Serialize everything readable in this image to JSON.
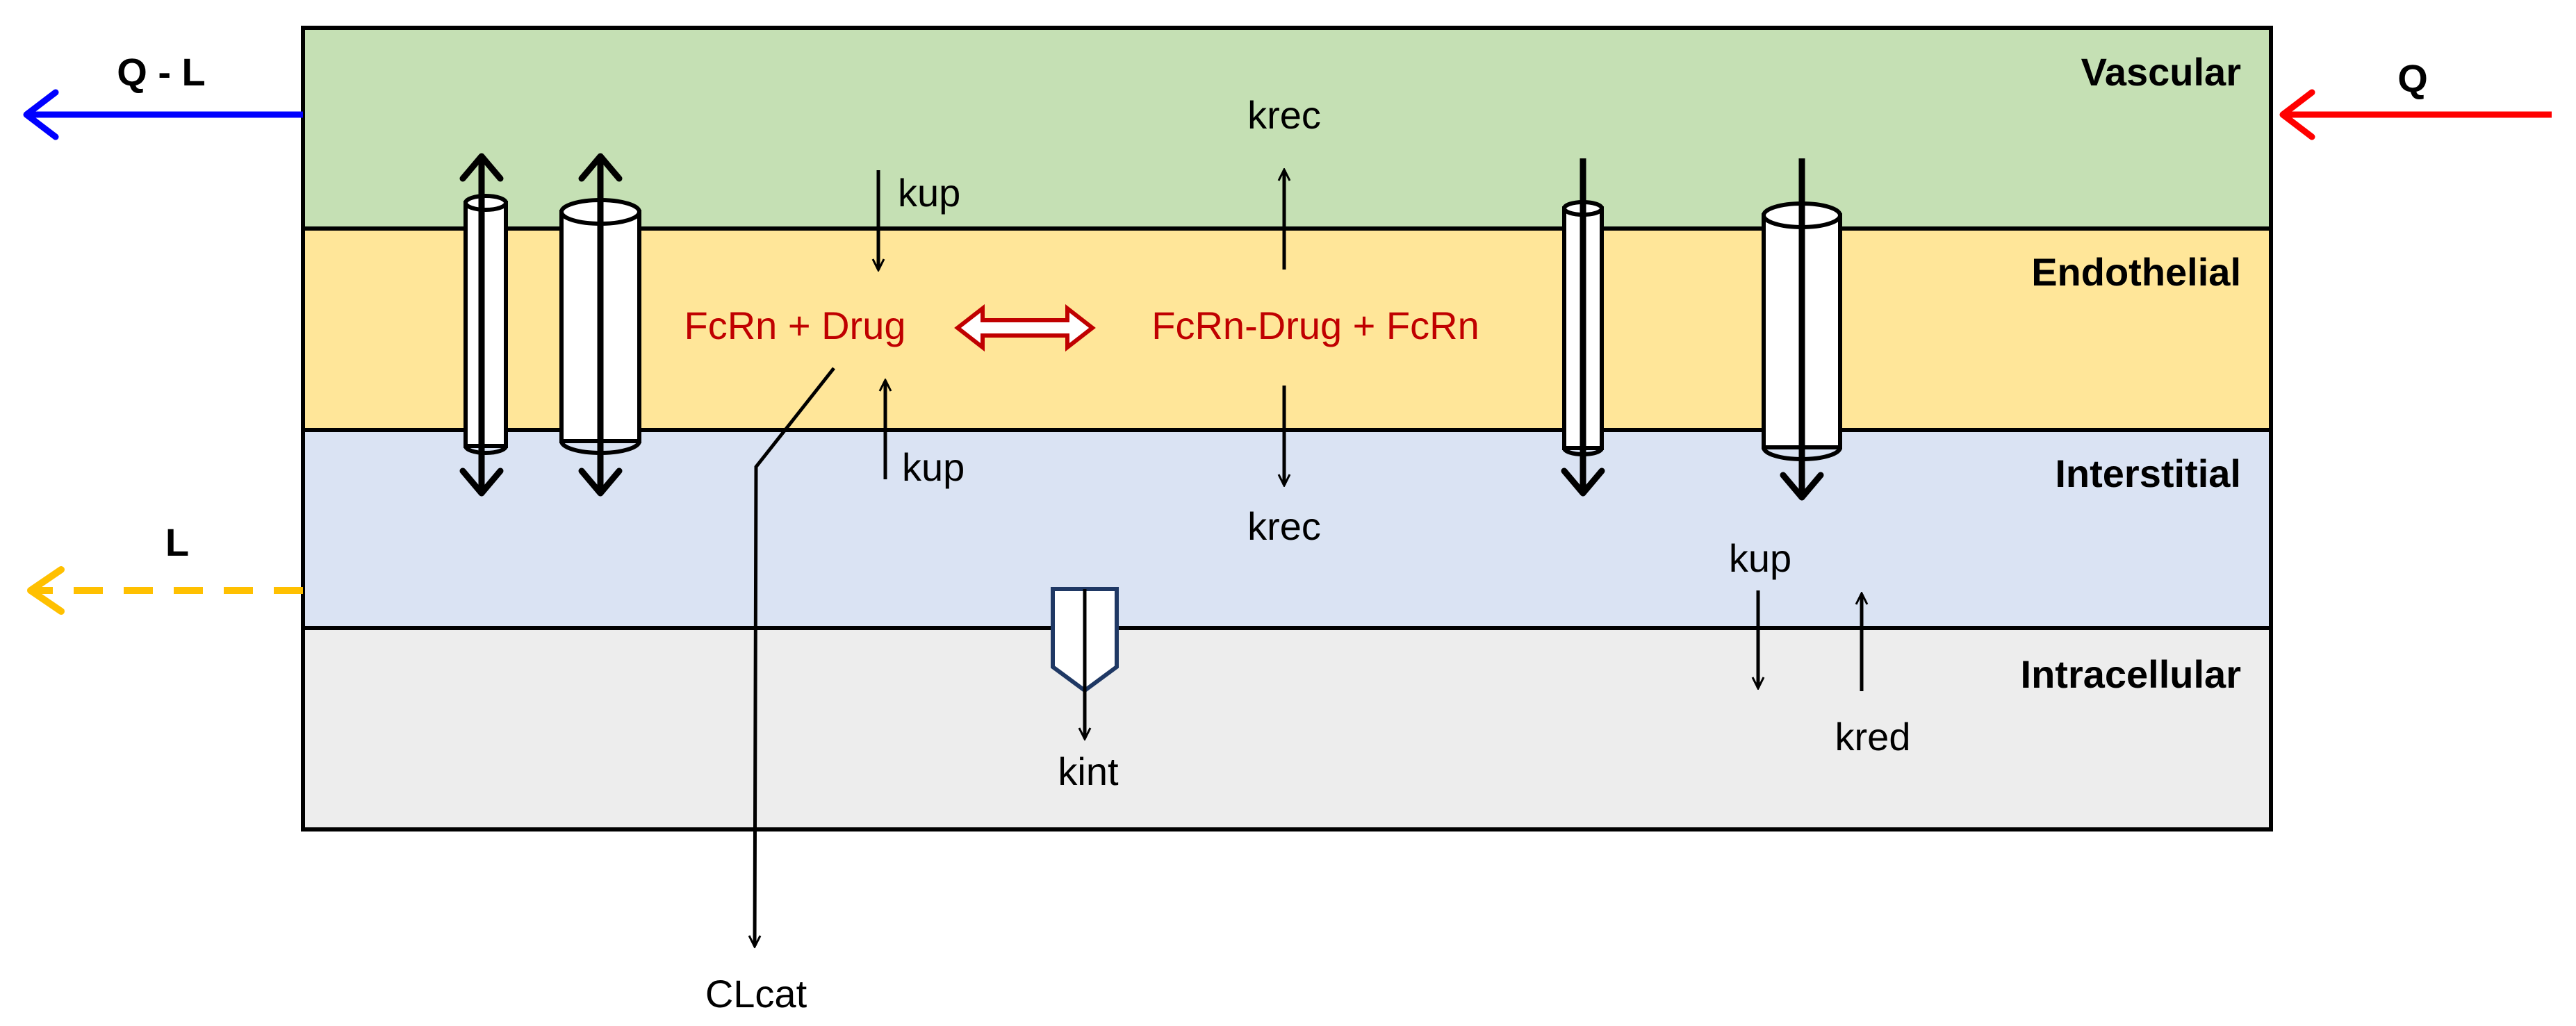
{
  "layers": {
    "vascular": "Vascular",
    "endothelial": "Endothelial",
    "interstitial": "Interstitial",
    "intracellular": "Intracellular"
  },
  "flows": {
    "q_in": "Q",
    "q_out": "Q - L",
    "lymph": "L"
  },
  "reaction": {
    "left": "FcRn + Drug",
    "right": "FcRn-Drug + FcRn"
  },
  "rates": {
    "kup_top": "kup",
    "kup_mid": "kup",
    "kup_right": "kup",
    "krec_top": "krec",
    "krec_bottom": "krec",
    "kint": "kint",
    "kred": "kred",
    "clcat": "CLcat"
  },
  "colors": {
    "vascular": "#c5e0b4",
    "endothelial": "#ffe699",
    "interstitial": "#dae3f3",
    "intracellular": "#ededed",
    "q_in_arrow": "#ff0000",
    "q_out_arrow": "#0000ff",
    "lymph_arrow": "#ffc000",
    "reaction_text": "#c00000"
  }
}
